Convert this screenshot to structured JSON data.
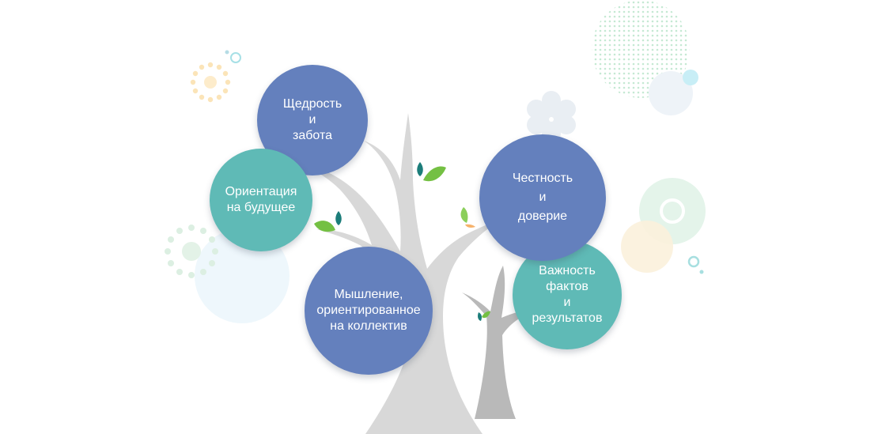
{
  "colors": {
    "blue_bubble": "#6480bd",
    "teal_bubble": "#5fbab6",
    "trunk_light": "#d6d6d6",
    "trunk_dark": "#b5b5b5",
    "leaf_green": "#74c043",
    "leaf_teal": "#1c7d7a"
  },
  "bubbles": [
    {
      "id": "generosity",
      "text": "Щедрость\nи\nзабота"
    },
    {
      "id": "future",
      "text": "Ориентация\nна будущее"
    },
    {
      "id": "team",
      "text": "Мышление,\nориентированное\nна коллектив"
    },
    {
      "id": "honesty",
      "text": "Честность\nи\nдоверие"
    },
    {
      "id": "facts",
      "text": "Важность\nфактов\nи\nрезультатов"
    }
  ]
}
